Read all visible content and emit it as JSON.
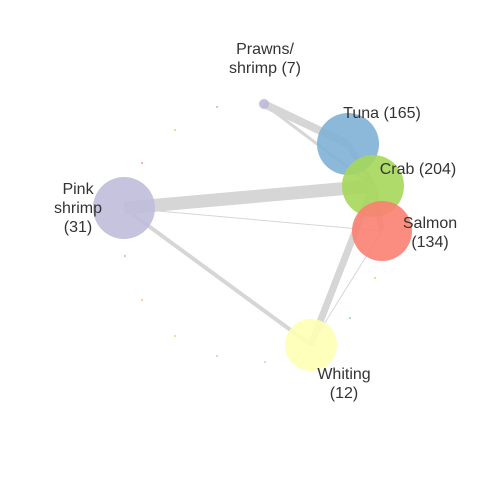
{
  "nodes": [
    {
      "id": "prawns",
      "label_lines": [
        "Prawns/",
        "shrimp (7)"
      ],
      "color": "#bcb8d8"
    },
    {
      "id": "tuna",
      "label_lines": [
        "Tuna (165)"
      ],
      "color": "#7fb1d6"
    },
    {
      "id": "crab",
      "label_lines": [
        "Crab (204)"
      ],
      "color": "#a6d75b"
    },
    {
      "id": "salmon",
      "label_lines": [
        "Salmon",
        "(134)"
      ],
      "color": "#fb8072"
    },
    {
      "id": "pink",
      "label_lines": [
        "Pink",
        "shrimp",
        "(31)"
      ],
      "color": "#c0bddc"
    },
    {
      "id": "whiting",
      "label_lines": [
        "Whiting",
        "(12)"
      ],
      "color": "#feffb3"
    }
  ],
  "edges": [
    {
      "from": "prawns",
      "to": "tuna"
    },
    {
      "from": "prawns",
      "to": "crab"
    },
    {
      "from": "pink",
      "to": "crab"
    },
    {
      "from": "pink",
      "to": "salmon"
    },
    {
      "from": "pink",
      "to": "whiting"
    },
    {
      "from": "whiting",
      "to": "crab"
    },
    {
      "from": "whiting",
      "to": "salmon"
    },
    {
      "from": "tuna",
      "to": "crab"
    },
    {
      "from": "crab",
      "to": "salmon"
    }
  ],
  "colors": {
    "edge": "#d6d6d6",
    "label": "#333333",
    "background": "#ffffff",
    "dots": [
      "#7fb1d6",
      "#a6d75b",
      "#fb8072",
      "#80b1d3",
      "#fdb462",
      "#b3de69",
      "#8dd3c7",
      "#bebada"
    ]
  }
}
